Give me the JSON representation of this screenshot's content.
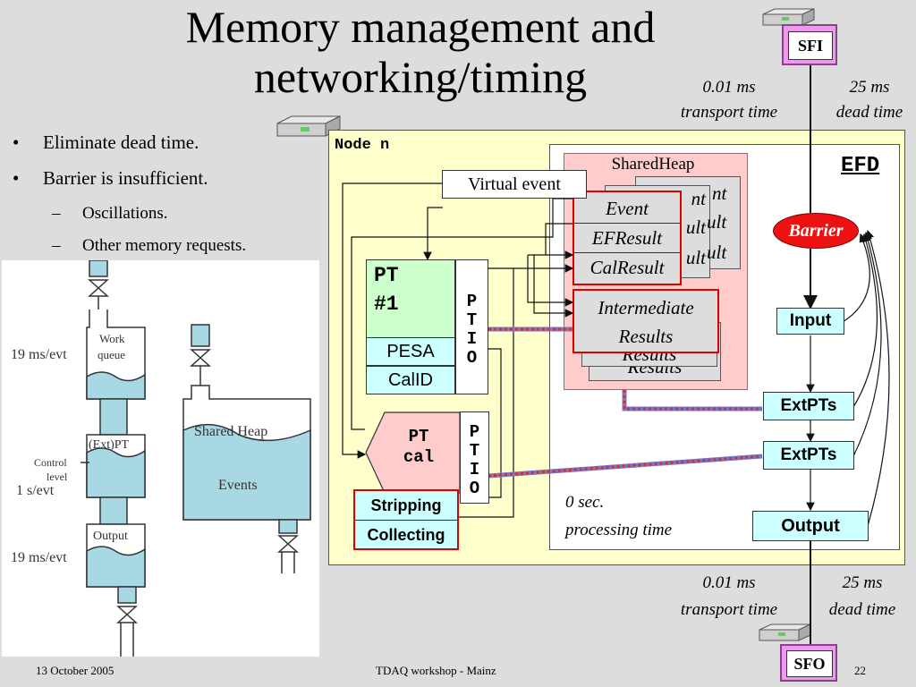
{
  "title": {
    "line1": "Memory management and",
    "line2": "networking/timing"
  },
  "bullets": [
    {
      "text": "Eliminate dead time.",
      "level": 1
    },
    {
      "text": "Barrier is insufficient.",
      "level": 1
    },
    {
      "text": "Oscillations.",
      "level": 2
    },
    {
      "text": "Other memory requests.",
      "level": 2
    }
  ],
  "tank_diagram": {
    "labels": {
      "rate_top": "19 ms/evt",
      "work_queue_1": "Work",
      "work_queue_2": "queue",
      "ext_pt": "(Ext)PT",
      "control_1": "Control",
      "control_2": "level",
      "rate_mid": "1 s/evt",
      "output": "Output",
      "rate_bottom": "19 ms/evt",
      "shared_heap": "Shared Heap",
      "events": "Events"
    },
    "colors": {
      "water": "#a7d8e4",
      "outline": "#333333",
      "background": "#ffffff"
    }
  },
  "sfi": {
    "label": "SFI"
  },
  "sfo": {
    "label": "SFO"
  },
  "timing_top": {
    "transport_value": "0.01 ms",
    "transport_label": "transport time",
    "dead_value": "25 ms",
    "dead_label": "dead time"
  },
  "timing_bottom": {
    "transport_value": "0.01 ms",
    "transport_label": "transport time",
    "dead_value": "25 ms",
    "dead_label": "dead time"
  },
  "node": {
    "label": "Node n",
    "efd": "EFD"
  },
  "shared_heap": {
    "label": "SharedHeap",
    "event_items": [
      "Event",
      "EFResult",
      "CalResult"
    ],
    "event_back": [
      "nt",
      "ult",
      "ult"
    ],
    "intermediate_1": "Intermediate",
    "intermediate_2": "Results",
    "intermediate_back": "Results"
  },
  "virtual_event": {
    "label": "Virtual event"
  },
  "pt1": {
    "name_1": "PT",
    "name_2": "#1",
    "pesa": "PESA",
    "calid": "CalID",
    "ptio": [
      "P",
      "T",
      "I",
      "O"
    ]
  },
  "ptcal": {
    "name_1": "PT",
    "name_2": "cal",
    "ptio": [
      "P",
      "T",
      "I",
      "O"
    ],
    "stripping": "Stripping",
    "collecting": "Collecting"
  },
  "efd_chain": {
    "barrier": "Barrier",
    "input": "Input",
    "extpts_1": "ExtPTs",
    "extpts_2": "ExtPTs",
    "output": "Output"
  },
  "processing": {
    "value": "0 sec.",
    "label": "processing time"
  },
  "footer": {
    "date": "13 October 2005",
    "center": "TDAQ workshop - Mainz",
    "page": "22"
  },
  "colors": {
    "slide_bg": "#dddddd",
    "node_bg": "#ffffcc",
    "heap_bg": "#ffcccc",
    "box_cyan": "#ccffff",
    "pt_green": "#ccffcc",
    "barrier_red": "#ee1111",
    "magenta": "#cc66cc",
    "link_red": "#cc0000"
  }
}
